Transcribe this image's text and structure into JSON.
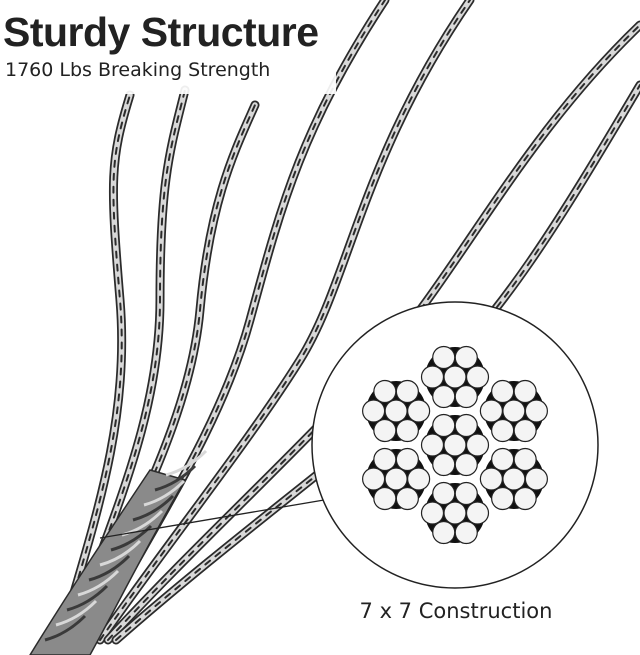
{
  "header": {
    "title": "Sturdy Structure",
    "subtitle": "1760 Lbs Breaking Strength"
  },
  "diagram": {
    "caption": "7 x 7 Construction"
  },
  "colors": {
    "text": "#222222",
    "wire_dark": "#2b2b2b",
    "wire_light": "#d8d8d8",
    "strand_fill": "#f4f4f4",
    "core_fill": "#111111"
  }
}
